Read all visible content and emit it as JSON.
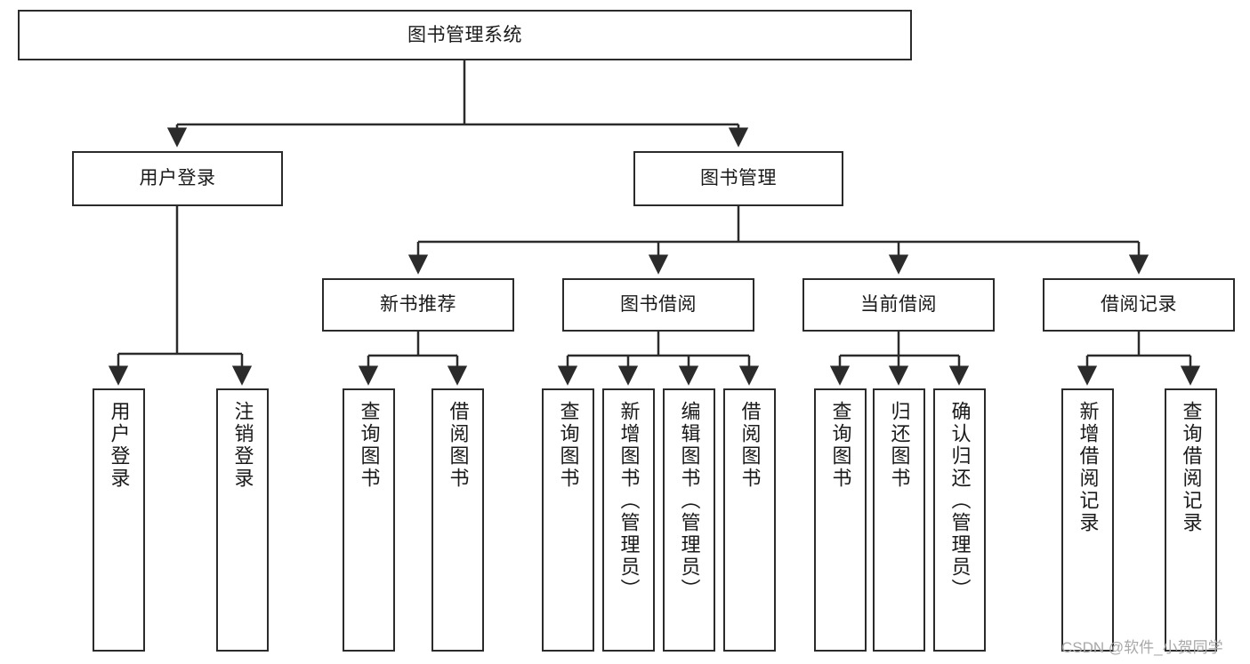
{
  "diagram": {
    "title": "图书管理系统",
    "root": {
      "id": "root",
      "label": "图书管理系统",
      "orientation": "horizontal"
    },
    "level2": [
      {
        "id": "user-login",
        "label": "用户登录",
        "orientation": "horizontal"
      },
      {
        "id": "book-management",
        "label": "图书管理",
        "orientation": "horizontal"
      }
    ],
    "level3": [
      {
        "id": "new-book-recommend",
        "label": "新书推荐",
        "orientation": "horizontal",
        "parent": "book-management"
      },
      {
        "id": "book-borrow",
        "label": "图书借阅",
        "orientation": "horizontal",
        "parent": "book-management"
      },
      {
        "id": "current-borrow",
        "label": "当前借阅",
        "orientation": "horizontal",
        "parent": "book-management"
      },
      {
        "id": "borrow-record",
        "label": "借阅记录",
        "orientation": "horizontal",
        "parent": "book-management"
      }
    ],
    "leaves": [
      {
        "id": "leaf-user-login",
        "label": "用户登录",
        "orientation": "vertical",
        "parent": "user-login"
      },
      {
        "id": "leaf-user-logout",
        "label": "注销登录",
        "orientation": "vertical",
        "parent": "user-login"
      },
      {
        "id": "leaf-query-book-1",
        "label": "查询图书",
        "orientation": "vertical",
        "parent": "new-book-recommend"
      },
      {
        "id": "leaf-borrow-book-1",
        "label": "借阅图书",
        "orientation": "vertical",
        "parent": "new-book-recommend"
      },
      {
        "id": "leaf-query-book-2",
        "label": "查询图书",
        "orientation": "vertical",
        "parent": "book-borrow"
      },
      {
        "id": "leaf-add-book",
        "label": "新增图书（管理员）",
        "orientation": "vertical",
        "parent": "book-borrow"
      },
      {
        "id": "leaf-edit-book",
        "label": "编辑图书（管理员）",
        "orientation": "vertical",
        "parent": "book-borrow"
      },
      {
        "id": "leaf-borrow-book-2",
        "label": "借阅图书",
        "orientation": "vertical",
        "parent": "book-borrow"
      },
      {
        "id": "leaf-query-book-3",
        "label": "查询图书",
        "orientation": "vertical",
        "parent": "current-borrow"
      },
      {
        "id": "leaf-return-book",
        "label": "归还图书",
        "orientation": "vertical",
        "parent": "current-borrow"
      },
      {
        "id": "leaf-confirm-return",
        "label": "确认归还（管理员）",
        "orientation": "vertical",
        "parent": "current-borrow"
      },
      {
        "id": "leaf-add-record",
        "label": "新增借阅记录",
        "orientation": "vertical",
        "parent": "borrow-record"
      },
      {
        "id": "leaf-query-record",
        "label": "查询借阅记录",
        "orientation": "vertical",
        "parent": "borrow-record"
      }
    ],
    "watermark": "CSDN @软件_小贺同学",
    "colors": {
      "stroke": "#2b2b2b",
      "box_fill": "#ffffff",
      "text": "#1a1a1a",
      "watermark": "#a8a8a8",
      "background": "#ffffff"
    }
  }
}
